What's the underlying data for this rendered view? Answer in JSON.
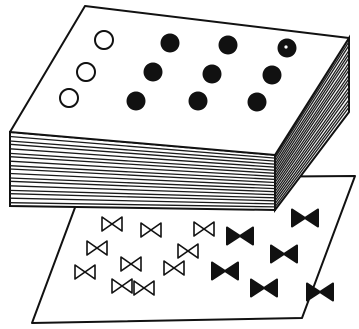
{
  "figure": {
    "stack": {
      "page_count_visible": 18,
      "hole_rows": 3,
      "hole_columns": 4,
      "open_dots": 3,
      "filled_dots": 9
    },
    "bottom_sheet": {
      "outline_bowties": 10,
      "filled_bowties": 6
    },
    "colors": {
      "ink": "#111111",
      "paper": "#ffffff",
      "background": "#ffffff"
    }
  }
}
